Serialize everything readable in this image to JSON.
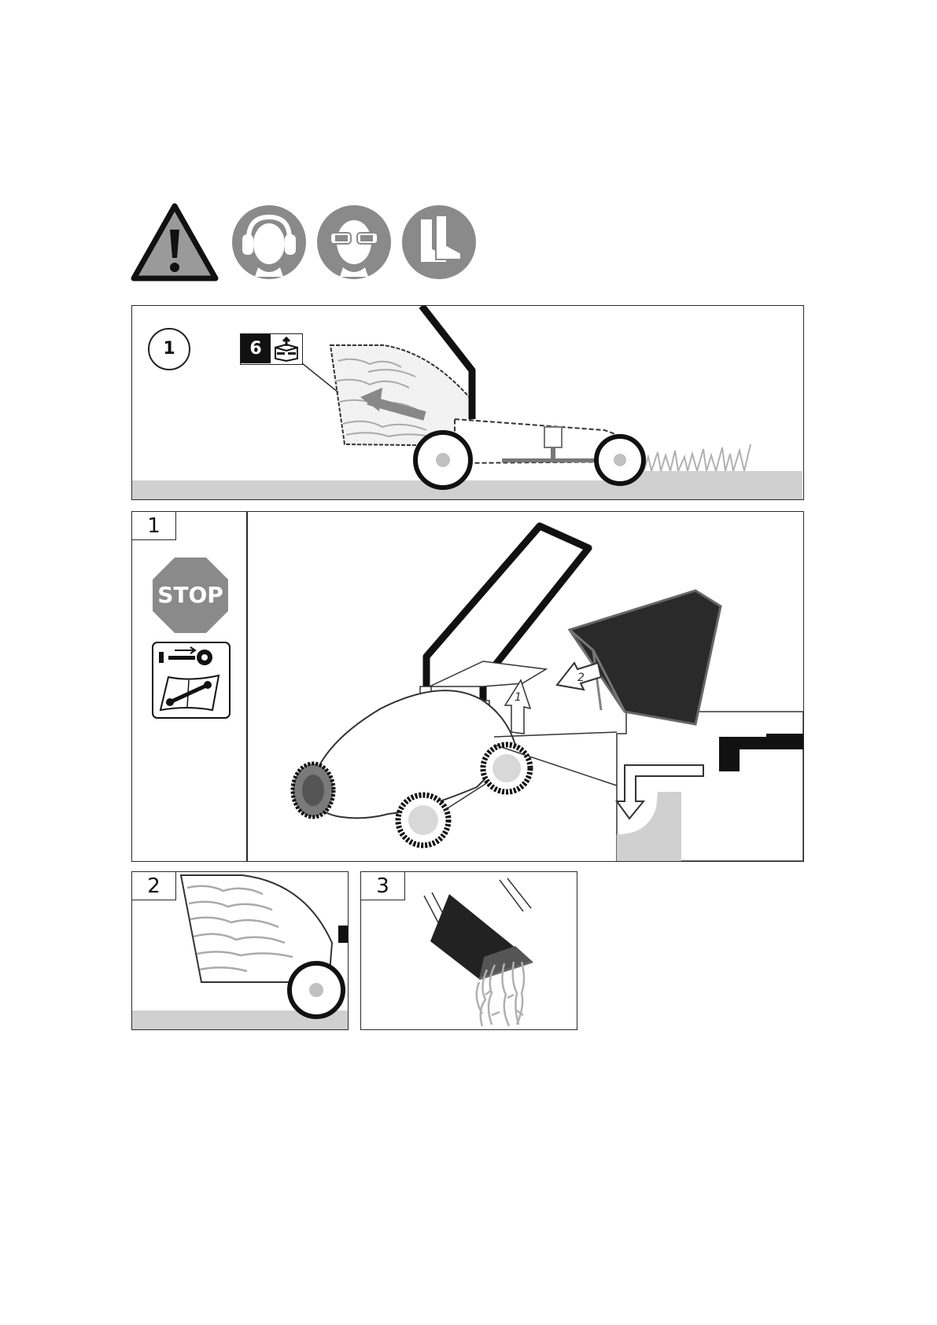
{
  "safety_icons": [
    {
      "name": "warning-triangle-icon"
    },
    {
      "name": "ear-protection-icon"
    },
    {
      "name": "eye-protection-icon"
    },
    {
      "name": "safety-boots-icon"
    }
  ],
  "colors": {
    "grey": "#8a8a8a",
    "light_grey": "#d0d0d0",
    "dark": "#111111"
  },
  "panel_overview": {
    "circle_number": "1",
    "badge_number": "6"
  },
  "panel_step1": {
    "step_number": "1",
    "stop_label": "STOP",
    "arrow_1": "1",
    "arrow_2": "2"
  },
  "panel_step2": {
    "step_number": "2"
  },
  "panel_step3": {
    "step_number": "3"
  }
}
